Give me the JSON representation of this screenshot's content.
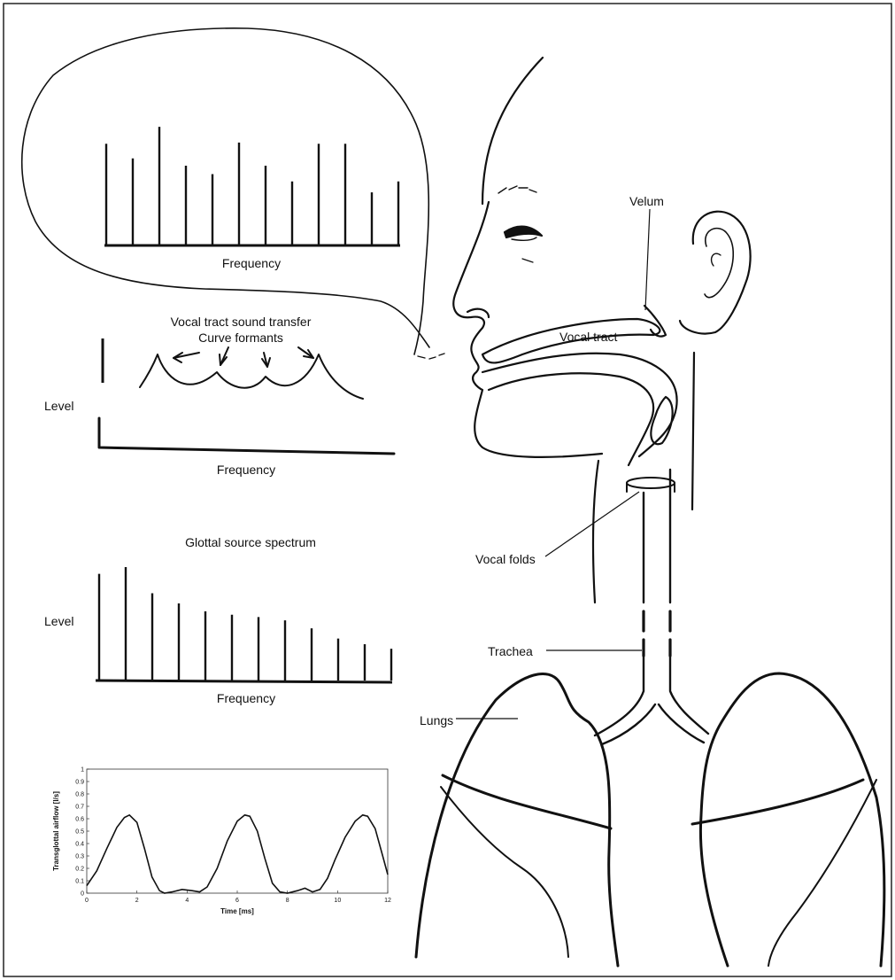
{
  "labels": {
    "velum": "Velum",
    "vocal_tract": "Vocal tract",
    "vocal_folds": "Vocal folds",
    "trachea": "Trachea",
    "lungs": "Lungs"
  },
  "output_spectrum": {
    "xlabel": "Frequency",
    "relative_levels": [
      0.83,
      0.71,
      0.97,
      0.65,
      0.58,
      0.84,
      0.65,
      0.52,
      0.83,
      0.83,
      0.43,
      0.52
    ]
  },
  "transfer_curve": {
    "title_line1": "Vocal tract sound transfer",
    "title_line2": "Curve formants",
    "ylabel": "Level",
    "xlabel": "Frequency"
  },
  "glottal_spectrum": {
    "title": "Glottal source spectrum",
    "ylabel": "Level",
    "xlabel": "Frequency",
    "relative_levels": [
      0.94,
      1.0,
      0.77,
      0.68,
      0.61,
      0.58,
      0.56,
      0.53,
      0.46,
      0.37,
      0.32,
      0.28
    ]
  },
  "chart_data": {
    "type": "line",
    "xlabel": "Time [ms]",
    "ylabel": "Transglottal airflow  [l/s]",
    "xlim": [
      0,
      12
    ],
    "ylim": [
      0,
      1
    ],
    "xticks": [
      "0",
      "2",
      "4",
      "6",
      "8",
      "10",
      "12"
    ],
    "yticks": [
      "0",
      "0.1",
      "0.2",
      "0.3",
      "0.4",
      "0.5",
      "0.6",
      "0.7",
      "0.8",
      "0.9",
      "1"
    ],
    "series": [
      {
        "x": [
          0,
          0.4,
          0.8,
          1.2,
          1.5,
          1.7,
          2.0,
          2.3,
          2.6,
          2.9,
          3.1,
          3.4,
          3.8,
          4.2,
          4.5,
          4.8,
          5.2,
          5.6,
          6.0,
          6.3,
          6.5,
          6.8,
          7.1,
          7.4,
          7.7,
          8.0,
          8.4,
          8.7,
          9.0,
          9.3,
          9.6,
          9.9,
          10.3,
          10.7,
          11.0,
          11.2,
          11.5,
          11.8,
          12.0
        ],
        "y": [
          0.06,
          0.18,
          0.36,
          0.53,
          0.61,
          0.63,
          0.57,
          0.36,
          0.13,
          0.02,
          0.0,
          0.01,
          0.03,
          0.02,
          0.01,
          0.05,
          0.2,
          0.42,
          0.58,
          0.63,
          0.62,
          0.5,
          0.28,
          0.08,
          0.01,
          0.0,
          0.02,
          0.04,
          0.01,
          0.03,
          0.12,
          0.27,
          0.45,
          0.58,
          0.63,
          0.62,
          0.52,
          0.3,
          0.15
        ]
      }
    ]
  }
}
